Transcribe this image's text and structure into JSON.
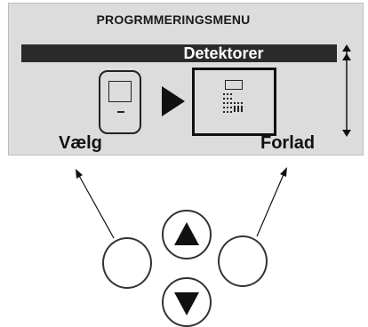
{
  "lcd": {
    "menu_title": "PROGRMMERINGSMENU",
    "selected_item": "Detektorer",
    "softkey_left": "Vælg",
    "softkey_right": "Forlad"
  },
  "icons": {
    "left_device": "wall-detector-icon",
    "arrow": "play-arrow-icon",
    "right_device": "control-panel-icon",
    "scroll": "scroll-updown-icon"
  },
  "buttons": {
    "left": "left-softkey-button",
    "up": "up-arrow-button",
    "down": "down-arrow-button",
    "right": "right-softkey-button"
  },
  "colors": {
    "lcd_background": "#dcdcdc",
    "selection_bar": "#2a2a2a",
    "text": "#111111"
  }
}
